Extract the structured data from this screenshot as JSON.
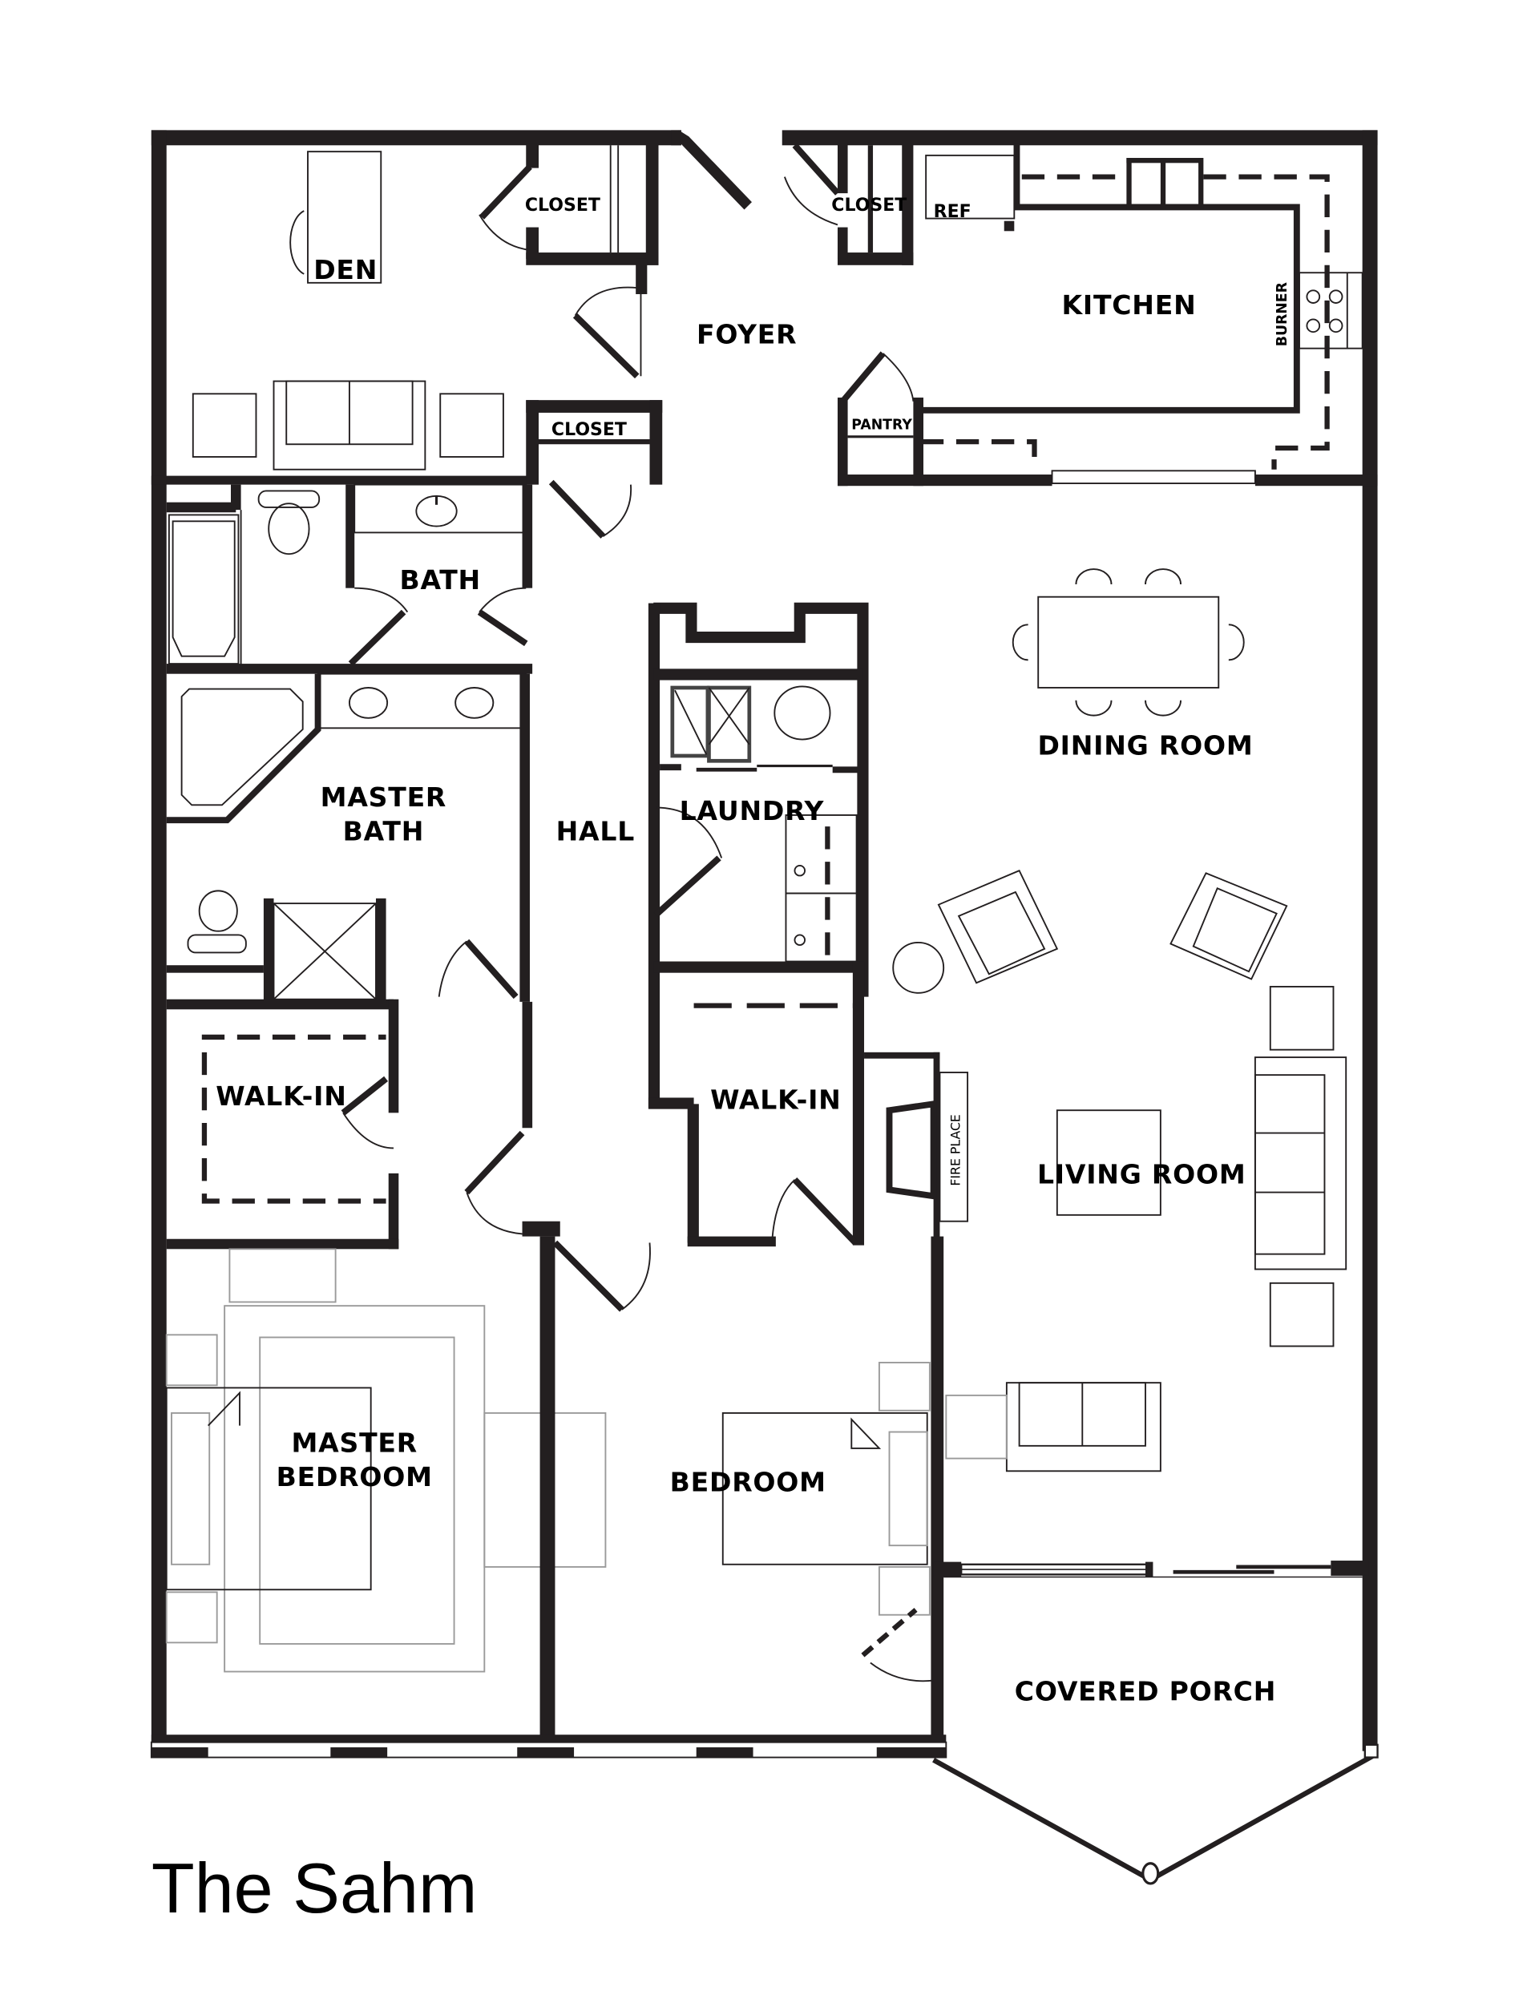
{
  "plan": {
    "title": "The Sahm",
    "rooms": {
      "den": "DEN",
      "closet_den": "CLOSET",
      "closet_foyer_left": "CLOSET",
      "closet_foyer_right": "CLOSET",
      "foyer": "FOYER",
      "kitchen": "KITCHEN",
      "ref": "REF",
      "burner": "BURNER",
      "pantry": "PANTRY",
      "bath": "BATH",
      "master_bath_1": "MASTER",
      "master_bath_2": "BATH",
      "hall": "HALL",
      "laundry": "LAUNDRY",
      "dining_room": "DINING ROOM",
      "walk_in_master": "WALK-IN",
      "walk_in_hall": "WALK-IN",
      "living_room": "LIVING ROOM",
      "fireplace": "FIRE PLACE",
      "master_bedroom_1": "MASTER",
      "master_bedroom_2": "BEDROOM",
      "bedroom": "BEDROOM",
      "covered_porch": "COVERED PORCH"
    },
    "colors": {
      "wall": "#231f20",
      "background": "#ffffff",
      "furniture_gray": "#9a9a9a"
    }
  }
}
